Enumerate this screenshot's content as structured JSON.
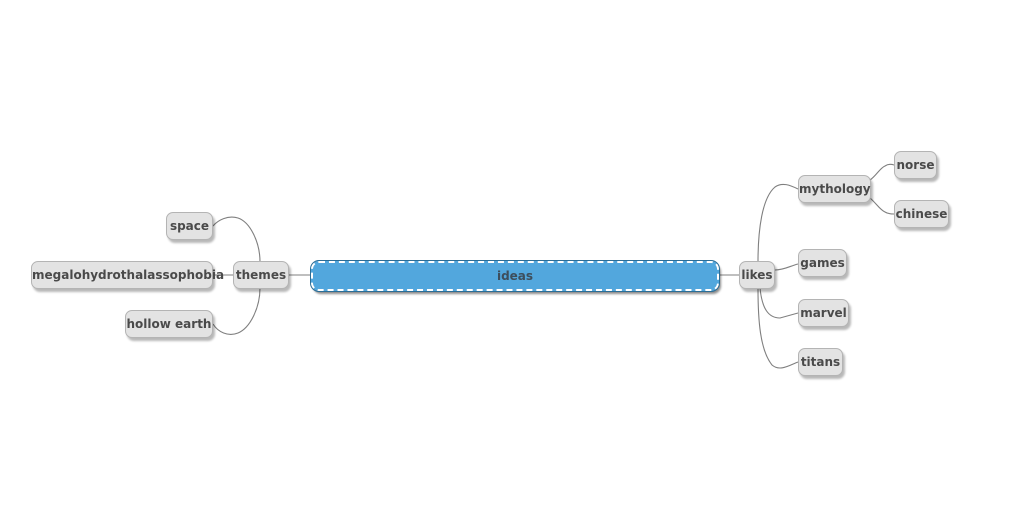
{
  "root": {
    "label": "ideas"
  },
  "left_branch": {
    "label": "themes",
    "children": [
      "space",
      "megalohydrothalassophobia",
      "hollow earth"
    ]
  },
  "right_branch": {
    "label": "likes",
    "children": [
      {
        "label": "mythology",
        "children": [
          "norse",
          "chinese"
        ]
      },
      {
        "label": "games"
      },
      {
        "label": "marvel"
      },
      {
        "label": "titans"
      }
    ]
  },
  "colors": {
    "root_fill": "#52a7dd",
    "node_fill": "#e3e3e3",
    "connector": "#7f7f7f",
    "text": "#4a4a4a"
  }
}
